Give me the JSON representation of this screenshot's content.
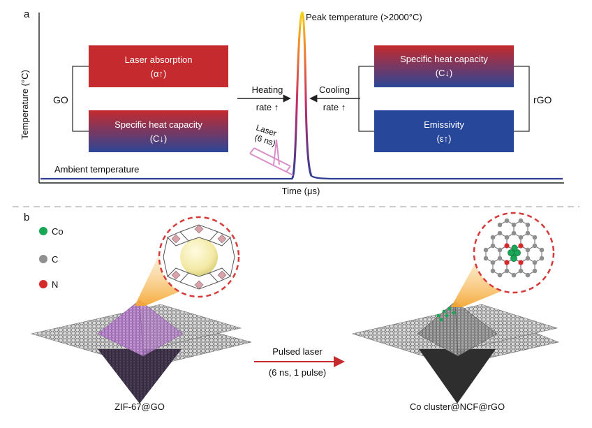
{
  "panel_a": {
    "letter": "a",
    "ylabel": "Temperature (°C)",
    "xlabel": "Time (μs)",
    "peak_label": "Peak temperature (>2000°C)",
    "ambient_label": "Ambient temperature",
    "left_material": "GO",
    "right_material": "rGO",
    "laser_pulse": {
      "line1": "Laser",
      "line2": "(6 ns)"
    },
    "heating": {
      "line1": "Heating",
      "line2": "rate ↑"
    },
    "cooling": {
      "line1": "Cooling",
      "line2": "rate ↑"
    },
    "boxes": {
      "laser_absorption": {
        "title": "Laser absorption",
        "symbol": "(α↑)",
        "color": "#c42a2e"
      },
      "heat_capacity_left": {
        "title": "Specific heat capacity",
        "symbol": "(C↓)",
        "color_top": "#c42a2e",
        "color_bottom": "#2c4696"
      },
      "heat_capacity_right": {
        "title": "Specific heat capacity",
        "symbol": "(C↓)",
        "color_top": "#c42a2e",
        "color_bottom": "#2c4696"
      },
      "emissivity": {
        "title": "Emissivity",
        "symbol": "(ε↑)",
        "color": "#27479a"
      }
    }
  },
  "panel_b": {
    "letter": "b",
    "legend": [
      {
        "symbol": "Co",
        "color": "#1aa657"
      },
      {
        "symbol": "C",
        "color": "#8f8f8f"
      },
      {
        "symbol": "N",
        "color": "#d42a2a"
      }
    ],
    "arrow_line1": "Pulsed laser",
    "arrow_line2": "(6 ns, 1 pulse)",
    "left_caption": "ZIF-67@GO",
    "right_caption": "Co cluster@NCF@rGO"
  },
  "colors": {
    "divider": "#bbbbbb",
    "curve": "#2f3e93",
    "peak": "#f4d21a",
    "arrow": "#c42a2e"
  }
}
